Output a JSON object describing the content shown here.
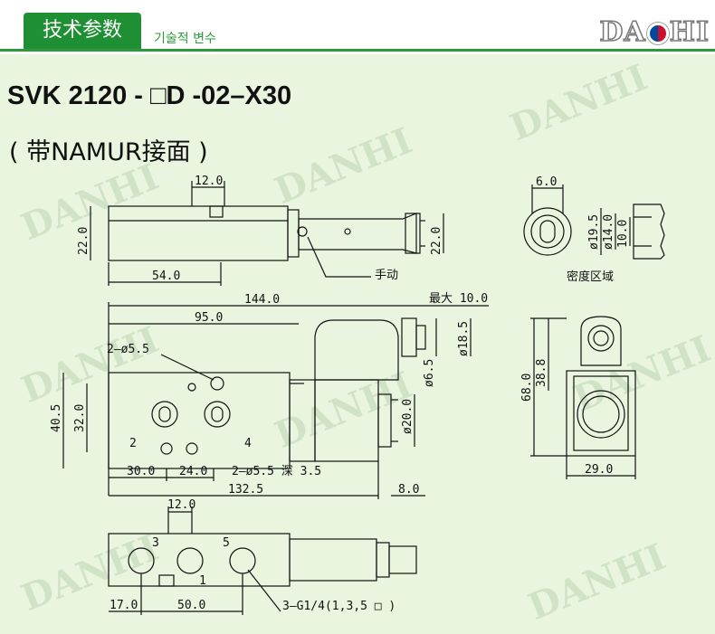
{
  "header": {
    "tab_label": "技术参数",
    "tab_sublabel": "기술적 변수",
    "brand": "DANHI",
    "brand_left": "DA",
    "brand_right": "HI",
    "accent_color": "#1f8f33"
  },
  "product": {
    "model": "SVK 2120 - □D -02–X30",
    "subtitle": "( 带NAMUR接面 )"
  },
  "watermark": "DANHI",
  "drawing": {
    "top_view": {
      "dim_width_small": "12.0",
      "dim_height_left": "22.0",
      "dim_height_right": "22.0",
      "dim_length": "54.0",
      "manual_label": "手动"
    },
    "front_view": {
      "dim_total": "144.0",
      "dim_max": "最大 10.0",
      "dim_body": "95.0",
      "dim_hole_top": "2–ø5.5",
      "dim_h1": "40.5",
      "dim_h2": "32.0",
      "dim_d65": "ø6.5",
      "dim_d185": "ø18.5",
      "dim_d20": "ø20.0",
      "port_2": "2",
      "port_4": "4",
      "dim_30": "30.0",
      "dim_24": "24.0",
      "dim_hole_bottom": "2–ø5.5 深 3.5",
      "dim_1325": "132.5",
      "dim_8": "8.0"
    },
    "bottom_view": {
      "dim_12": "12.0",
      "port_3": "3",
      "port_5": "5",
      "port_1": "1",
      "dim_17": "17.0",
      "dim_50": "50.0",
      "thread_label": "3–G1/4(1,3,5 □ )"
    },
    "detail_view": {
      "dim_6": "6.0",
      "dim_195": "ø19.5",
      "dim_14": "ø14.0",
      "dim_10": "10.0",
      "caption": "密度区域"
    },
    "side_view": {
      "dim_68": "68.0",
      "dim_388": "38.8",
      "dim_29": "29.0"
    }
  }
}
